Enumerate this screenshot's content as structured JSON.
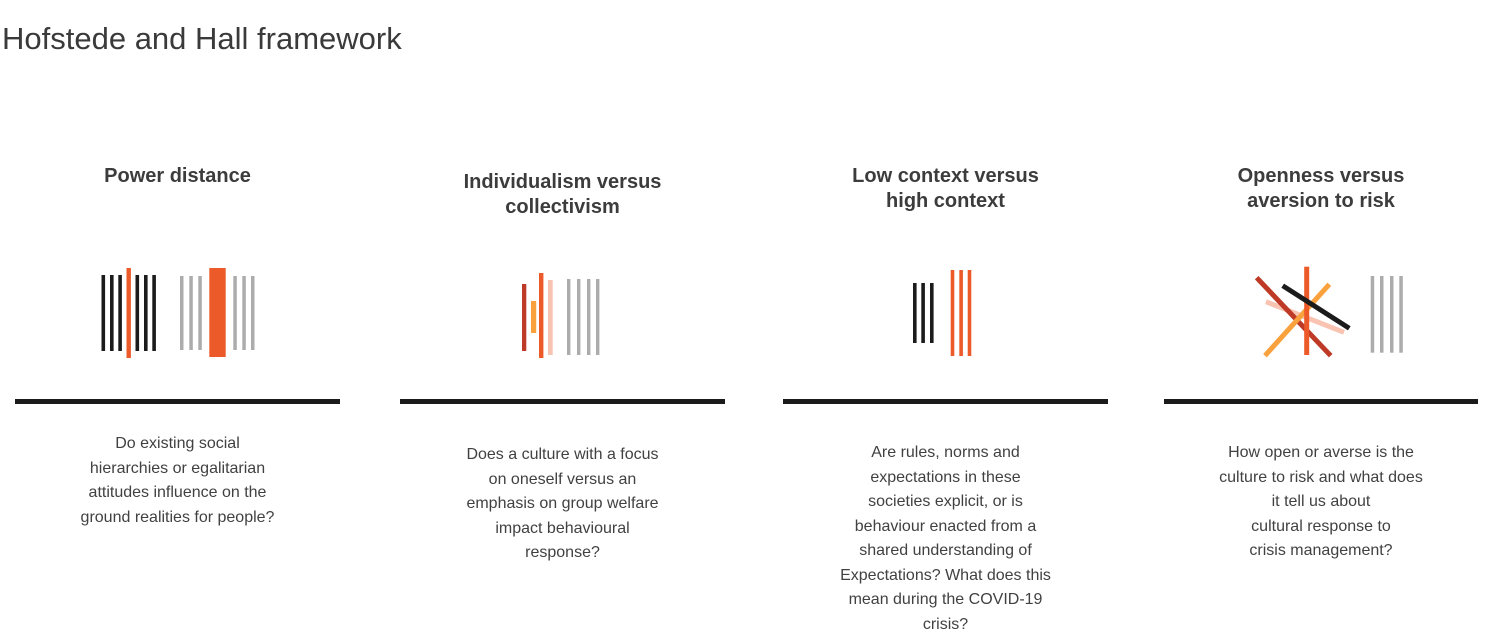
{
  "title": "Hofstede and Hall framework",
  "colors": {
    "ink": "#1b1b1b",
    "orange": "#ed5a29",
    "darkred": "#be3a26",
    "amber": "#f9a13c",
    "pink": "#f9c3b1",
    "gray": "#acacac",
    "heading_text": "#3c3c3c",
    "body_text": "#414141"
  },
  "columns": [
    {
      "heading": "Power distance",
      "illustration": "barcode-black-vs-gray-with-orange-accents",
      "description": "Do existing social\nhierarchies or egalitarian\nattitudes influence on the\nground realities for people?"
    },
    {
      "heading": "Individualism versus\ncollectivism",
      "illustration": "single-colored-bars-vs-gray-group",
      "description": "Does a culture with a focus\non oneself versus an\nemphasis on group welfare\nimpact behavioural\nresponse?"
    },
    {
      "heading": "Low context versus\nhigh context",
      "illustration": "three-black-bars-vs-three-orange-bars",
      "description": "Are rules, norms and\nexpectations in these\nsocieties explicit, or is\nbehaviour enacted from a\nshared understanding of\nExpectations? What does this\nmean during the COVID-19\ncrisis?"
    },
    {
      "heading": "Openness versus\naversion to risk",
      "illustration": "crossed-scattered-lines-vs-ordered-gray-bars",
      "description": "How open or averse is the\nculture to risk and what does\nit tell us about\ncultural response to\ncrisis management?"
    }
  ]
}
